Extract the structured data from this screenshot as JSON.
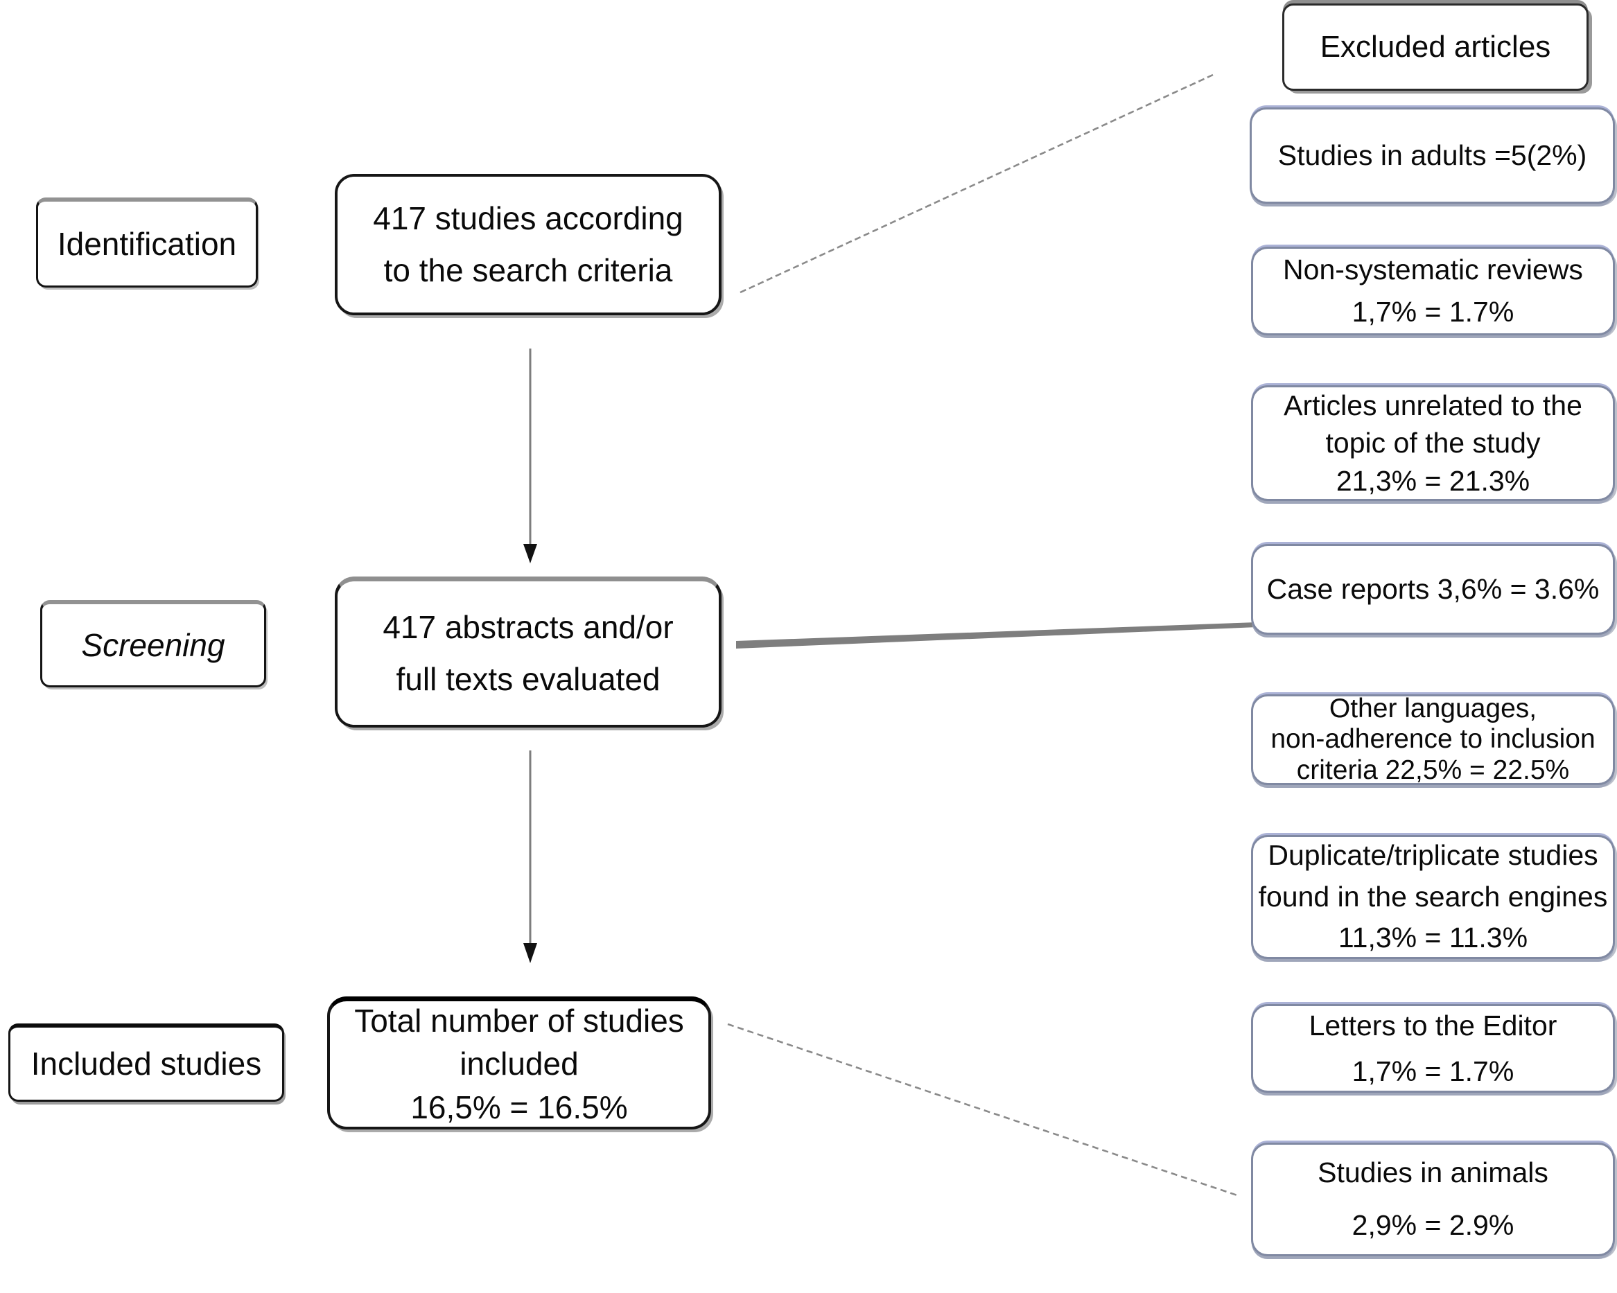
{
  "stages": [
    {
      "label": "Identification"
    },
    {
      "label": "Screening"
    },
    {
      "label": "Included studies"
    }
  ],
  "flow": [
    {
      "lines": [
        "417 studies according",
        "to the search criteria"
      ]
    },
    {
      "lines": [
        "417 abstracts and/or",
        "full texts evaluated"
      ]
    },
    {
      "lines": [
        "Total number of studies",
        "included",
        "16,5% = 16.5%"
      ]
    }
  ],
  "excluded": {
    "header": "Excluded articles",
    "items": [
      {
        "lines": [
          "Studies in adults =5(2%)"
        ]
      },
      {
        "lines": [
          "Non-systematic reviews",
          "1,7% = 1.7%"
        ]
      },
      {
        "lines": [
          "Articles unrelated to the",
          "topic of the study",
          "21,3% = 21.3%"
        ]
      },
      {
        "lines": [
          "Case reports 3,6% = 3.6%"
        ]
      },
      {
        "lines": [
          "Other languages,",
          "non-adherence to inclusion",
          "criteria 22,5% = 22.5%"
        ]
      },
      {
        "lines": [
          "Duplicate/triplicate studies",
          "found in the search engines",
          "11,3% = 11.3%"
        ]
      },
      {
        "lines": [
          "Letters to the Editor",
          "1,7% = 1.7%"
        ]
      },
      {
        "lines": [
          "Studies in animals",
          "2,9% = 2.9%"
        ]
      }
    ]
  },
  "colors": {
    "excluded_box_border": "#8089a2",
    "excluded_box_highlight": "#abb2d6",
    "dark_box_border": "#161616",
    "connector_gray": "#8a8a8a",
    "arrow_dark": "#111111"
  }
}
